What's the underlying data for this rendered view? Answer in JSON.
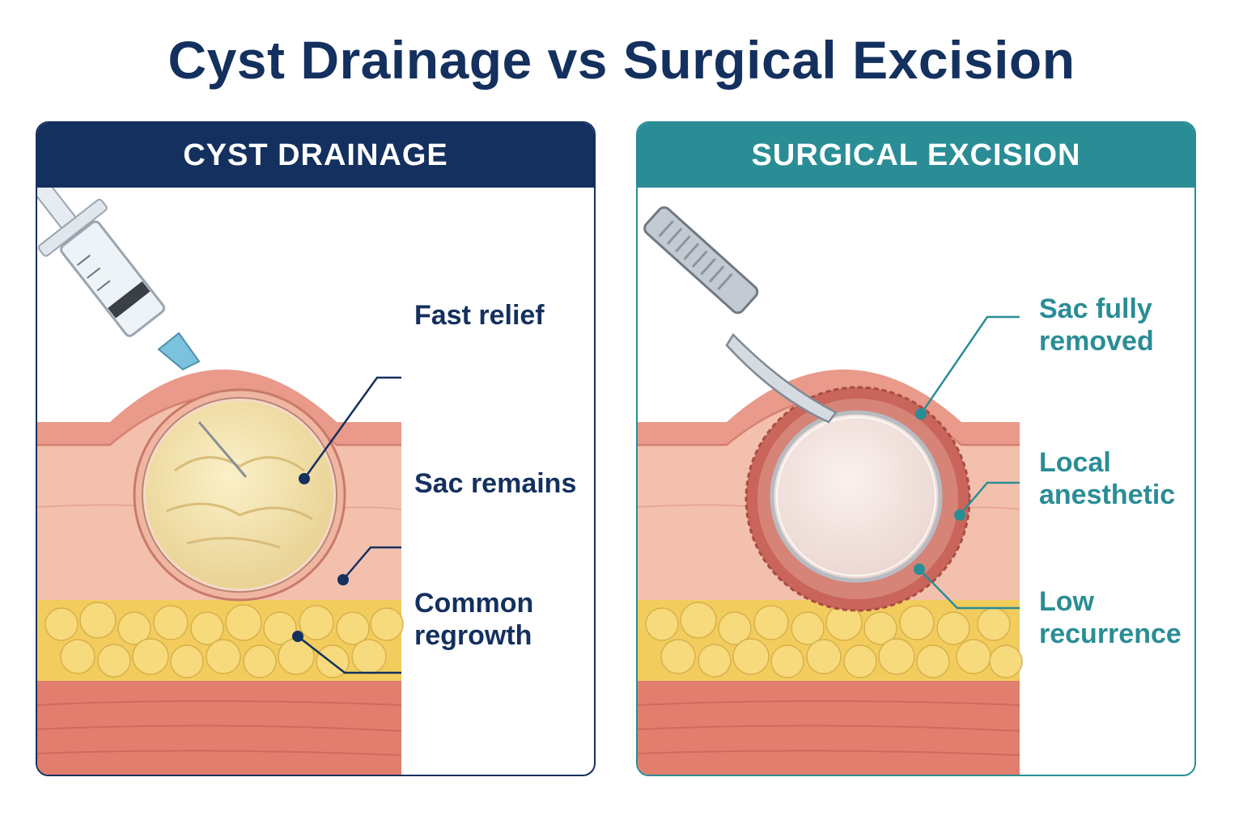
{
  "title": "Cyst Drainage vs Surgical Excision",
  "panels": {
    "drainage": {
      "header": "CYST DRAINAGE",
      "labels": {
        "fast_relief": "Fast relief",
        "sac_remains": "Sac remains",
        "common_regrowth_1": "Common",
        "common_regrowth_2": "regrowth"
      },
      "tool_icon": "syringe-icon"
    },
    "excision": {
      "header": "SURGICAL EXCISION",
      "labels": {
        "sac_removed_1": "Sac fully",
        "sac_removed_2": "removed",
        "anesthetic_1": "Local",
        "anesthetic_2": "anesthetic",
        "recurrence_1": "Low",
        "recurrence_2": "recurrence"
      },
      "tool_icon": "scalpel-icon"
    }
  },
  "colors": {
    "navy": "#14305f",
    "teal": "#2a8d96",
    "skin_top": "#e99a8a",
    "dermis": "#f3c0ad",
    "fat": "#f2cd5e",
    "muscle": "#e27e6e"
  }
}
